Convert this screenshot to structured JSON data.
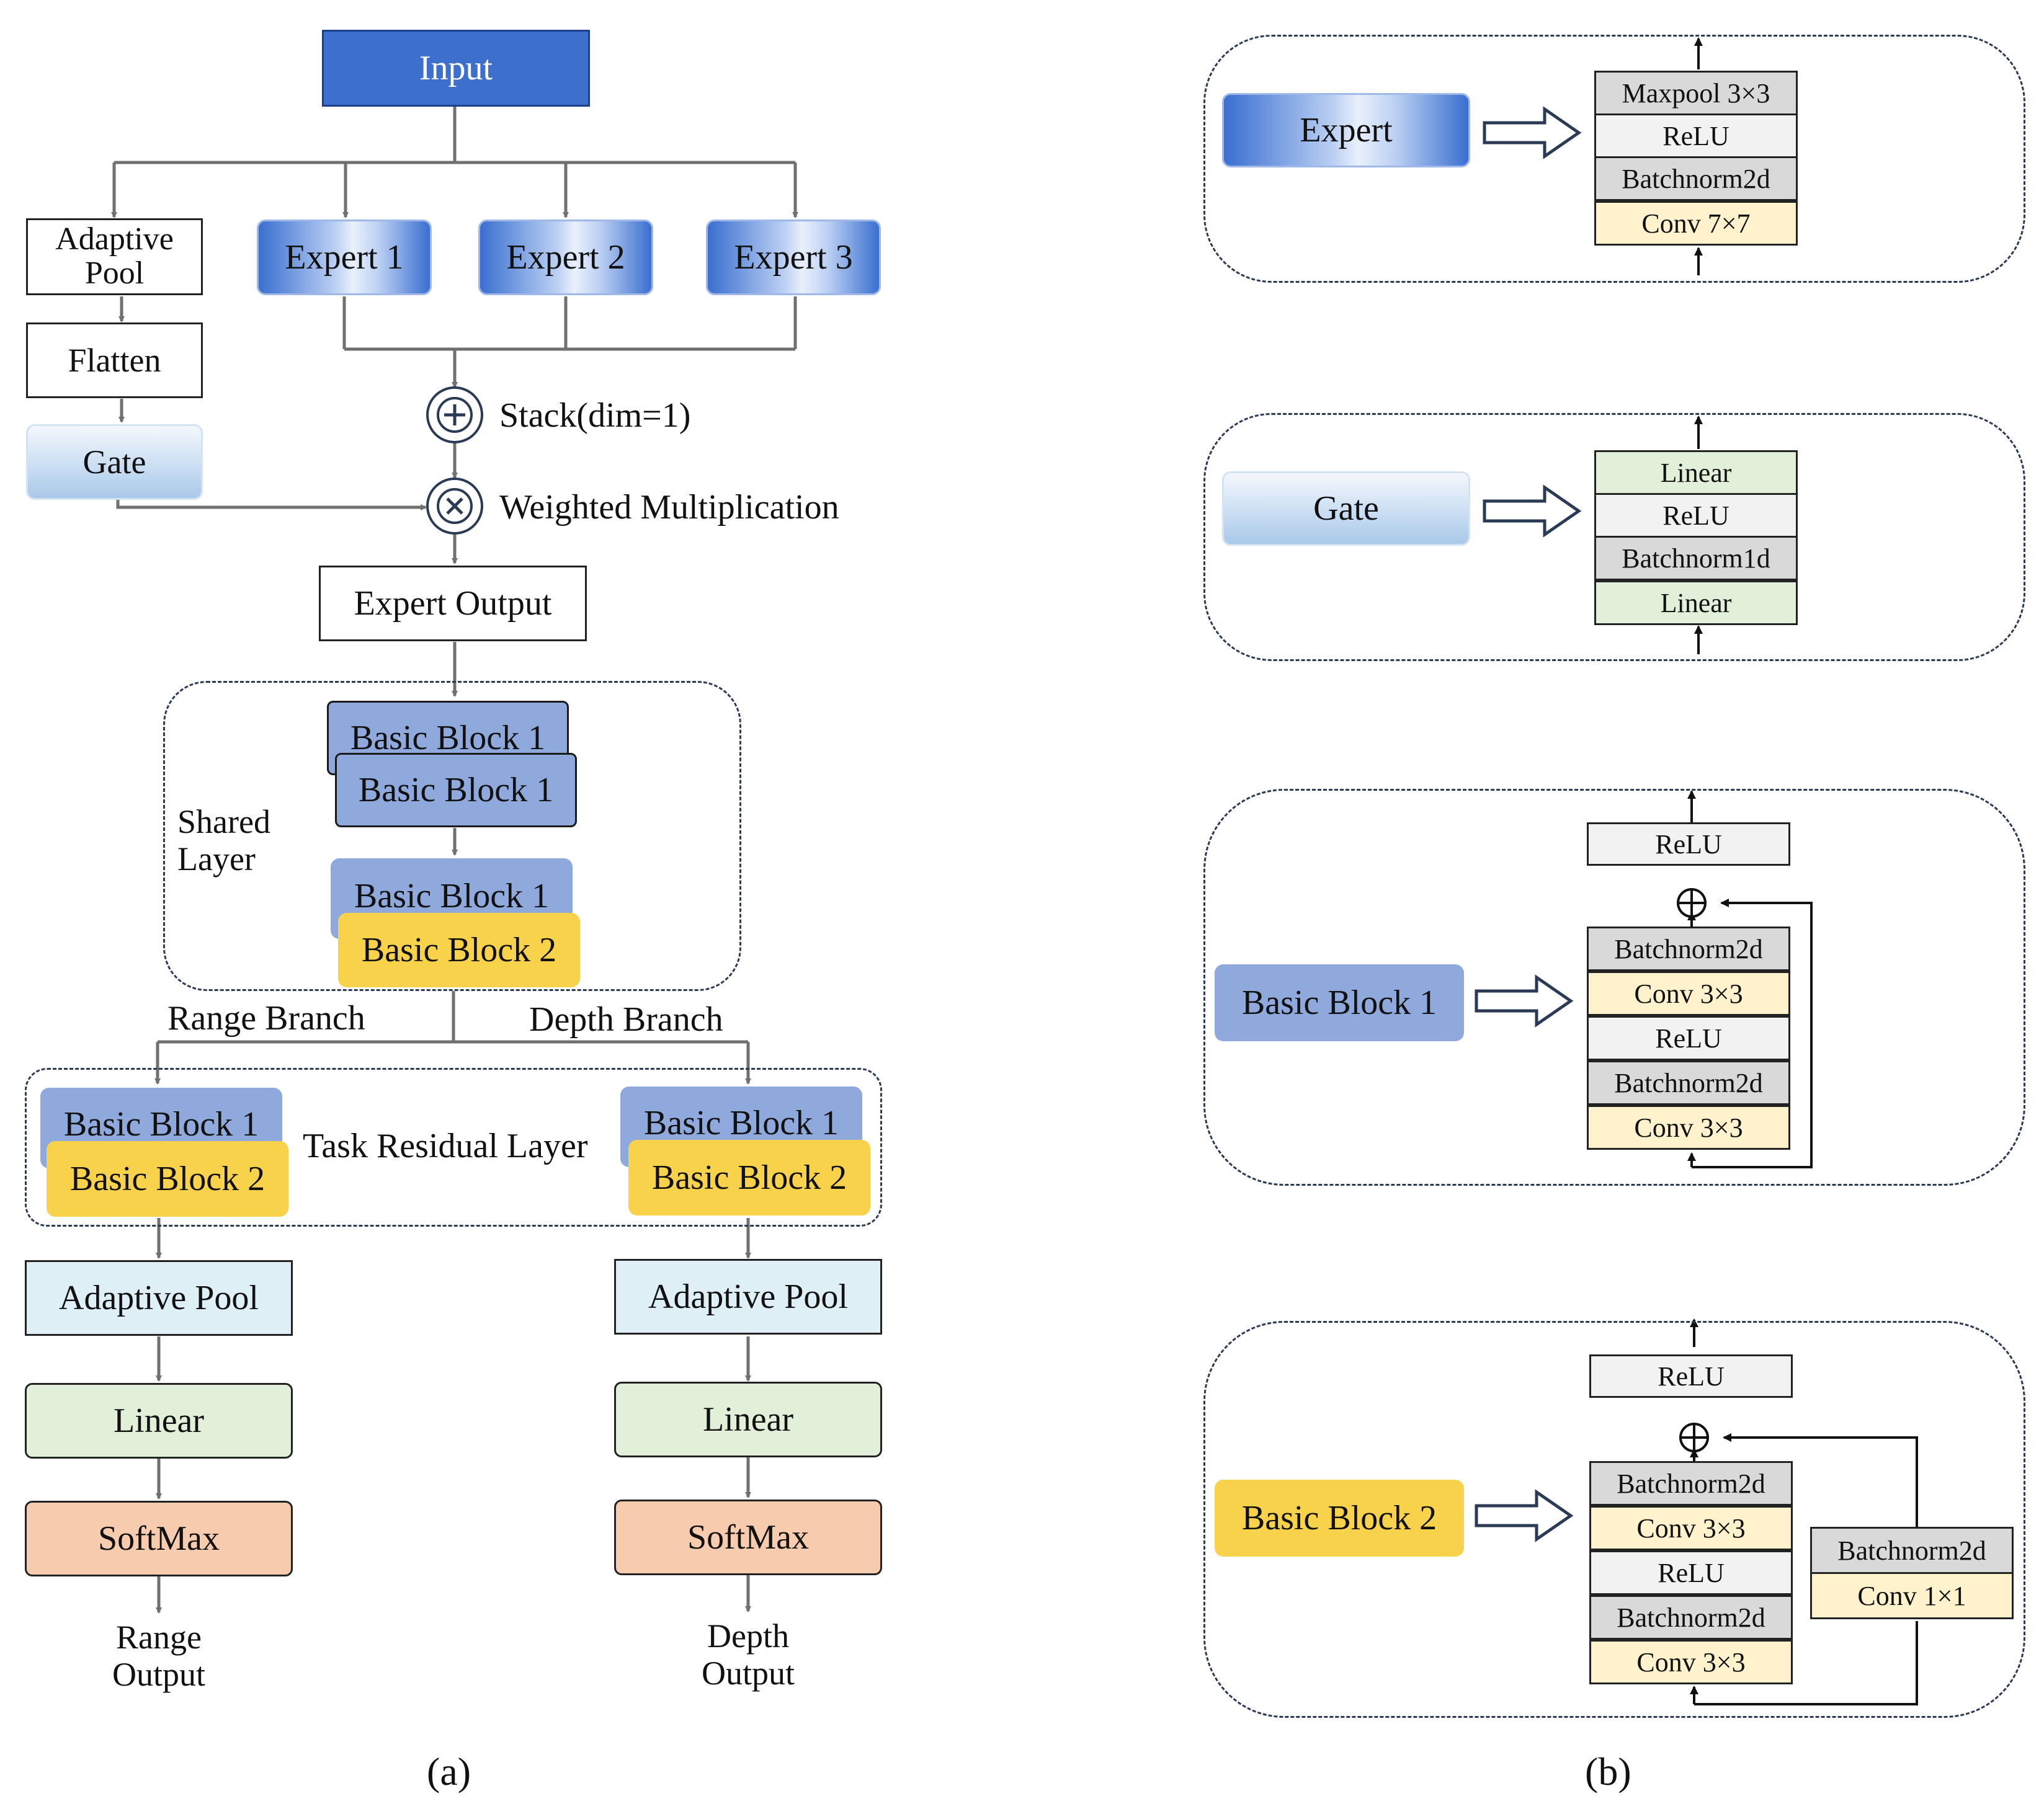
{
  "panel_a": {
    "input": "Input",
    "adaptive_pool": "Adaptive Pool",
    "flatten": "Flatten",
    "gate": "Gate",
    "experts": [
      "Expert 1",
      "Expert 2",
      "Expert 3"
    ],
    "stack": "Stack(dim=1)",
    "weighted": "Weighted Multiplication",
    "expert_output": "Expert Output",
    "shared_layer": "Shared Layer",
    "basic_block_1": "Basic Block 1",
    "basic_block_2": "Basic Block 2",
    "range_branch": "Range Branch",
    "depth_branch": "Depth Branch",
    "task_residual": "Task Residual Layer",
    "adaptive_pool_head": "Adaptive Pool",
    "linear": "Linear",
    "softmax": "SoftMax",
    "range_output": "Range Output",
    "depth_output": "Depth Output",
    "caption": "(a)"
  },
  "panel_b": {
    "caption": "(b)",
    "expert": {
      "label": "Expert",
      "layers": [
        "Maxpool 3×3",
        "ReLU",
        "Batchnorm2d",
        "Conv 7×7"
      ]
    },
    "gate": {
      "label": "Gate",
      "layers": [
        "Linear",
        "ReLU",
        "Batchnorm1d",
        "Linear"
      ]
    },
    "basic_block_1": {
      "label": "Basic Block 1",
      "top": "ReLU",
      "layers": [
        "Batchnorm2d",
        "Conv 3×3",
        "ReLU",
        "Batchnorm2d",
        "Conv 3×3"
      ]
    },
    "basic_block_2": {
      "label": "Basic Block 2",
      "top": "ReLU",
      "layers": [
        "Batchnorm2d",
        "Conv 3×3",
        "ReLU",
        "Batchnorm2d",
        "Conv 3×3"
      ],
      "shortcut": [
        "Batchnorm2d",
        "Conv 1×1"
      ]
    }
  },
  "colors": {
    "input_blue": "#3d6fcc",
    "basic_block_1": "#8fa9dc",
    "basic_block_2": "#f8d24a",
    "adaptive_pool": "#deeff6",
    "linear": "#e2f0d9",
    "softmax": "#f7cbad",
    "conv": "#fff2cc",
    "batchnorm": "#d9d9d9"
  }
}
